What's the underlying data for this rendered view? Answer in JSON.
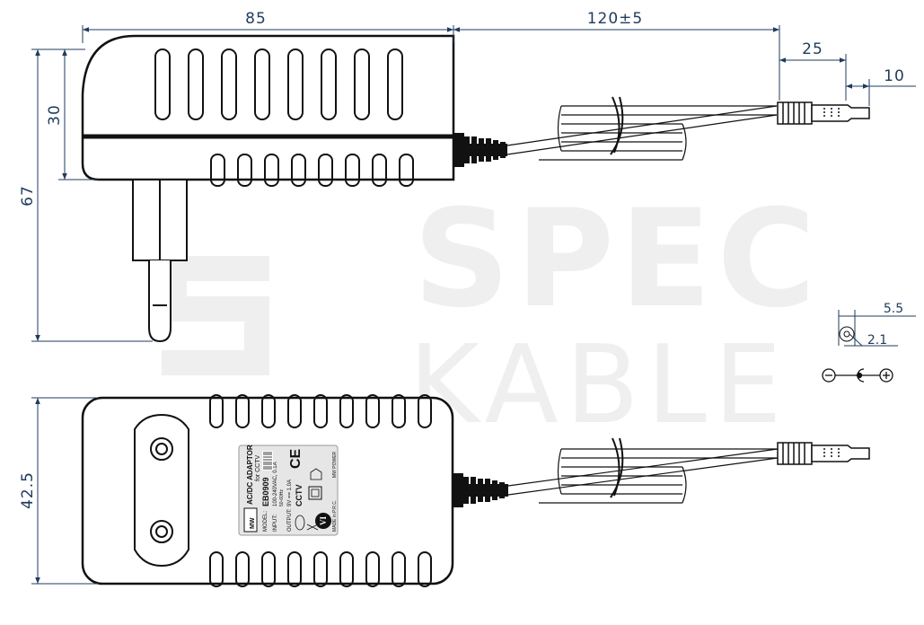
{
  "watermark": {
    "line1": "SPEC",
    "line2": "KABLE"
  },
  "dimensions": {
    "body_length": "85",
    "cable_length": "120±5",
    "plug_length": "25",
    "plug_tip": "10",
    "upper_height": "30",
    "total_height": "67",
    "body_width": "42.5",
    "outer_diameter": "5.5",
    "inner_diameter": "2.1"
  },
  "polarity": {
    "negative": "−",
    "positive": "+"
  },
  "label": {
    "title": "AC/DC ADAPTOR",
    "subtitle": "for CCTV",
    "model_key": "MODEL:",
    "model": "EB0909",
    "input_key": "INPUT:",
    "input": "100-240VAC, 0.1A",
    "input_freq": "50-60Hz",
    "output_key": "OUTPUT:",
    "output": "9V == 1.0A",
    "cctv": "CCTV",
    "brand": "MW POWER",
    "made_in": "MADE in P.R.C.",
    "level": "VI",
    "ce": "CE"
  }
}
